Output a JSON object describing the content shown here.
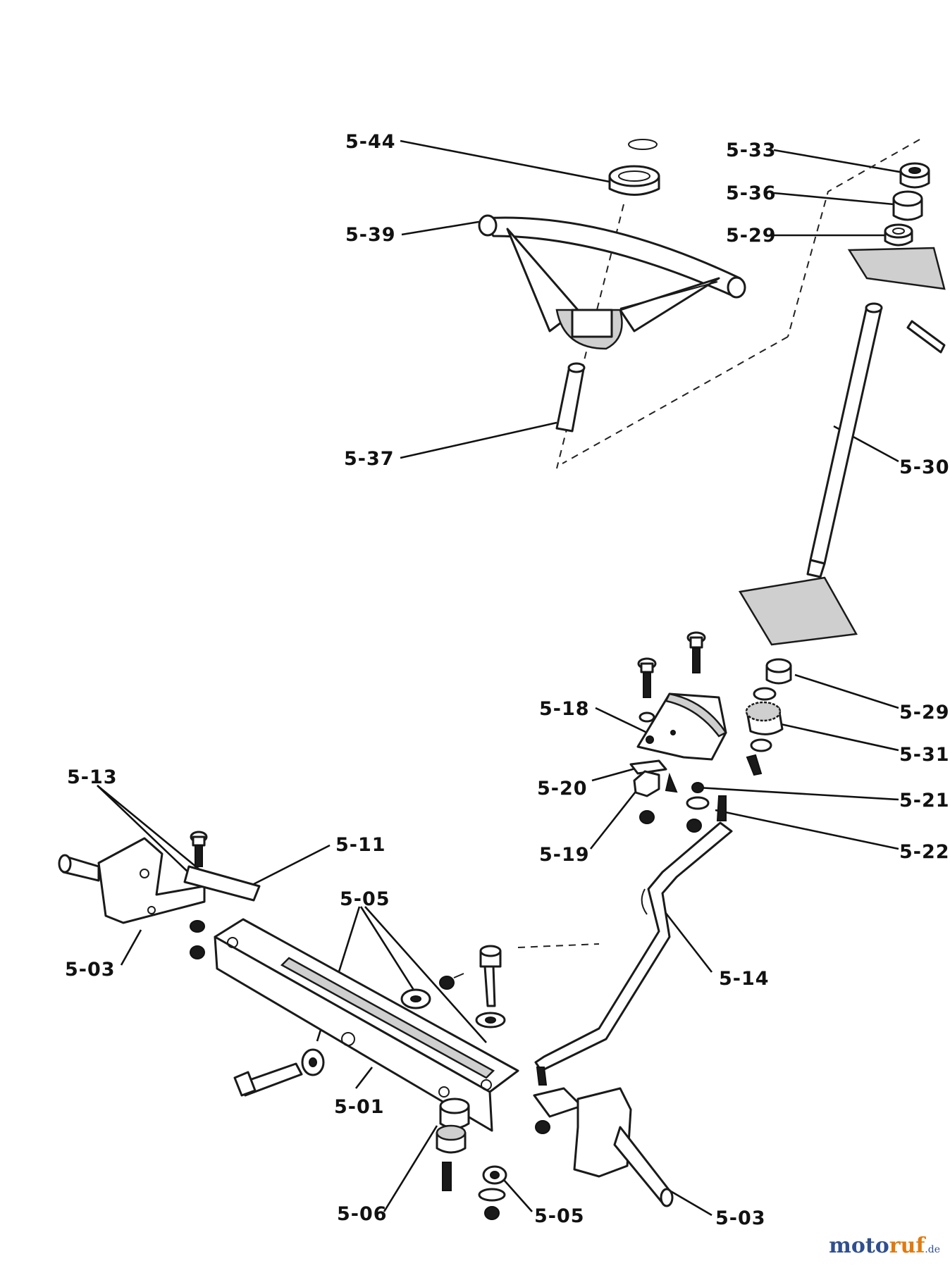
{
  "labels": {
    "p544": "5-44",
    "p539": "5-39",
    "p537": "5-37",
    "p533": "5-33",
    "p536": "5-36",
    "p529a": "5-29",
    "p530": "5-30",
    "p529b": "5-29",
    "p531": "5-31",
    "p518": "5-18",
    "p520": "5-20",
    "p521": "5-21",
    "p519": "5-19",
    "p522": "5-22",
    "p513": "5-13",
    "p511": "5-11",
    "p505a": "5-05",
    "p503a": "5-03",
    "p514": "5-14",
    "p501": "5-01",
    "p506": "5-06",
    "p505b": "5-05",
    "p503b": "5-03"
  },
  "watermark": {
    "part1": "moto",
    "part2": "ruf",
    "part3": ".de"
  }
}
